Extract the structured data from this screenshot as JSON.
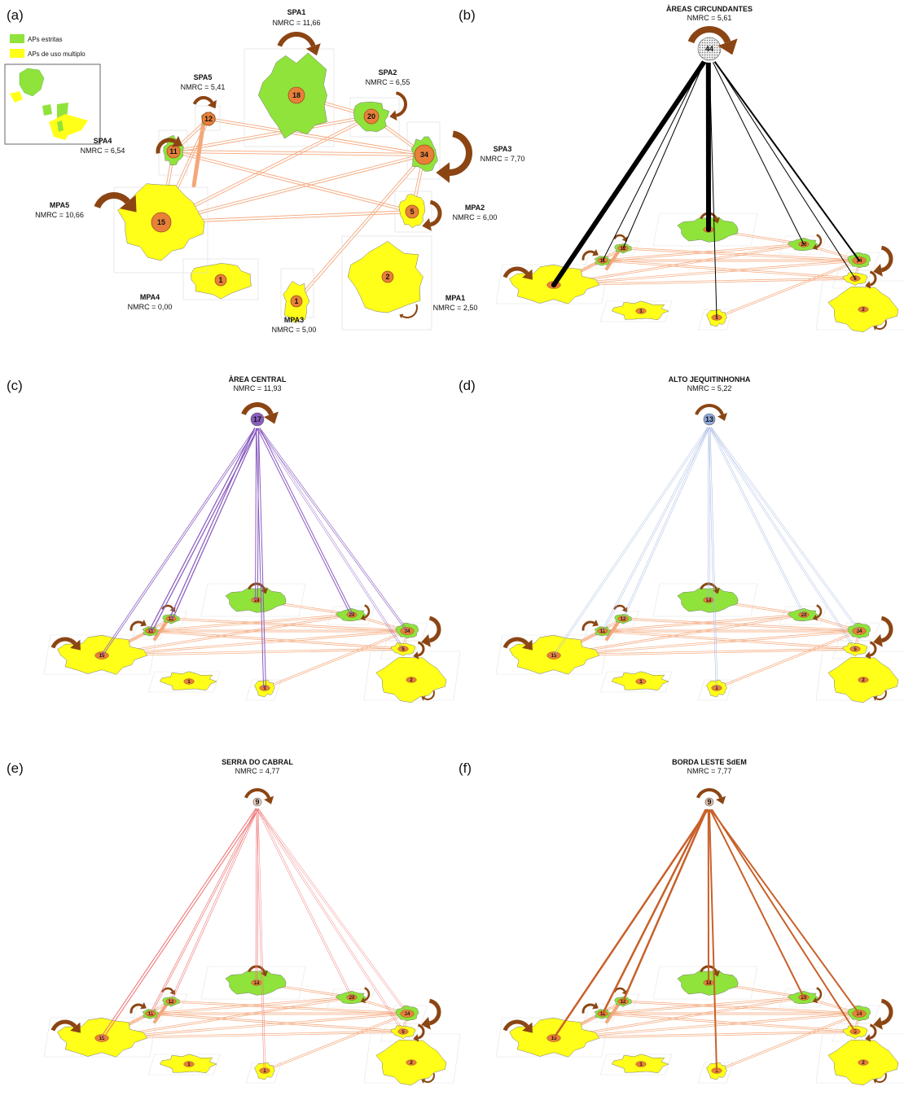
{
  "legend": {
    "strict_label": "APs estritas",
    "multi_label": "APs de uso multiplo",
    "strict_color": "#8fe33a",
    "multi_color": "#ffff1a"
  },
  "colors": {
    "node": "#e8803a",
    "arrow": "#8b4513",
    "network_line": "#f4a77a",
    "outline": "#c8d8c8",
    "b_line": "#000000",
    "c_line": "#8a5cc0",
    "d_line": "#a0b4e0",
    "e_line": "#f07878",
    "f_line": "#c8612a"
  },
  "panel_a": {
    "label": "(a)",
    "areas": [
      {
        "name": "SPA1",
        "nmrc": "NMRC = 11,66",
        "count": "18",
        "type": "strict"
      },
      {
        "name": "SPA2",
        "nmrc": "NMRC = 6,55",
        "count": "20",
        "type": "strict"
      },
      {
        "name": "SPA3",
        "nmrc": "NMRC = 7,70",
        "count": "34",
        "type": "strict"
      },
      {
        "name": "SPA4",
        "nmrc": "NMRC = 6,54",
        "count": "11",
        "type": "strict"
      },
      {
        "name": "SPA5",
        "nmrc": "NMRC = 5,41",
        "count": "12",
        "type": "strict"
      },
      {
        "name": "MPA1",
        "nmrc": "NMRC = 2,50",
        "count": "2",
        "type": "multi"
      },
      {
        "name": "MPA2",
        "nmrc": "NMRC = 6,00",
        "count": "5",
        "type": "multi"
      },
      {
        "name": "MPA3",
        "nmrc": "NMRC = 5,00",
        "count": "1",
        "type": "multi"
      },
      {
        "name": "MPA4",
        "nmrc": "NMRC = 0,00",
        "count": "1",
        "type": "multi"
      },
      {
        "name": "MPA5",
        "nmrc": "NMRC = 10,66",
        "count": "15",
        "type": "multi"
      }
    ]
  },
  "panels": [
    {
      "label": "(b)",
      "title": "ÀREAS CIRCUNDANTES",
      "nmrc": "NMRC = 5,61",
      "count": "44"
    },
    {
      "label": "(c)",
      "title": "ÀREA CENTRAL",
      "nmrc": "NMRC = 11,93",
      "count": "17"
    },
    {
      "label": "(d)",
      "title": "ALTO JEQUITINHONHA",
      "nmrc": "NMRC = 5,22",
      "count": "13"
    },
    {
      "label": "(e)",
      "title": "SERRA DO CABRAL",
      "nmrc": "NMRC = 4,77",
      "count": "9"
    },
    {
      "label": "(f)",
      "title": "BORDA LESTE SdEM",
      "nmrc": "NMRC = 7,77",
      "count": "9"
    }
  ]
}
